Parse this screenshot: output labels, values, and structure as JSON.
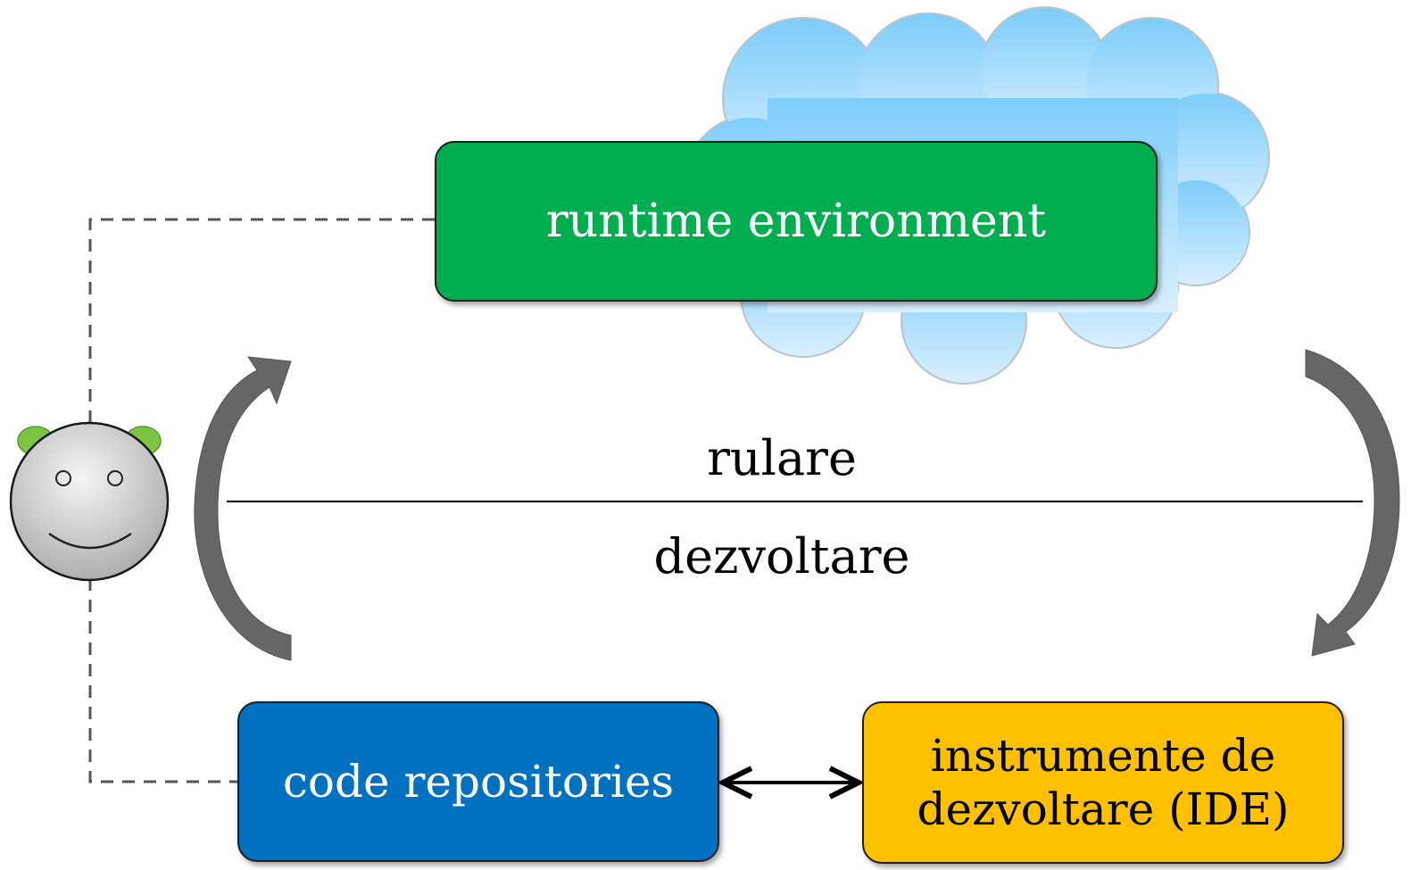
{
  "boxes": {
    "runtime": "runtime  environment",
    "repos": "code  repositories",
    "ide_line1": "instrumente  de",
    "ide_line2": "dezvoltare  (IDE)"
  },
  "labels": {
    "top": "rulare",
    "bottom": "dezvoltare"
  },
  "colors": {
    "runtime_box": "#00ae50",
    "repos_box": "#0070c0",
    "ide_box": "#ffc000",
    "cloud": "#9fd8fb",
    "cycle_arrows": "#666666"
  },
  "icons": [
    "cloud-icon",
    "user-face-icon",
    "cycle-arrow-up-icon",
    "cycle-arrow-down-icon",
    "bidirectional-arrow-icon"
  ]
}
